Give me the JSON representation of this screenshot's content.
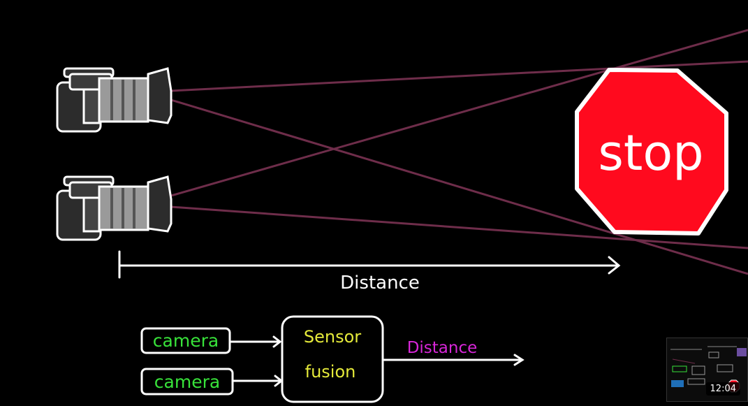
{
  "diagram": {
    "distance_axis_label": "Distance",
    "stop_sign_text": "stop",
    "flow": {
      "input1": "camera",
      "input2": "camera",
      "fusion_line1": "Sensor",
      "fusion_line2": "fusion",
      "output": "Distance"
    },
    "colors": {
      "sight_lines": "#6e2d4a",
      "stop_red": "#ff0a1e",
      "input_green": "#38e23a",
      "fusion_yellow": "#e5ea3a",
      "output_magenta": "#d726d8"
    }
  },
  "video": {
    "duration": "12:04"
  }
}
